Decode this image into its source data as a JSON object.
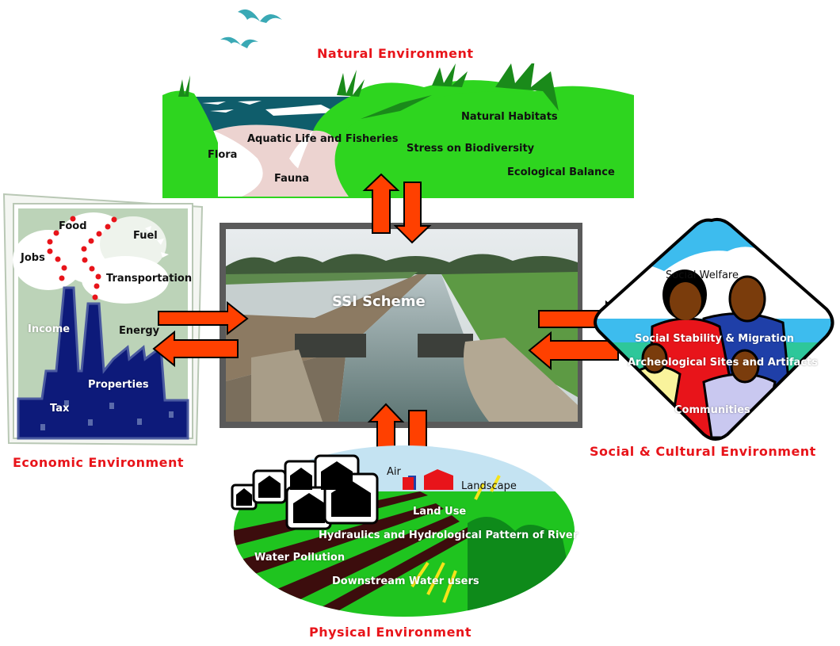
{
  "center": {
    "label": "SSI Scheme"
  },
  "natural": {
    "title": "Natural Environment",
    "items": [
      "Flora",
      "Aquatic Life and Fisheries",
      "Fauna",
      "Natural Habitats",
      "Stress on Biodiversity",
      "Ecological Balance"
    ]
  },
  "economic": {
    "title": "Economic Environment",
    "items": [
      "Food",
      "Fuel",
      "Jobs",
      "Transportation",
      "Income",
      "Energy",
      "Properties",
      "Tax"
    ]
  },
  "social": {
    "title": "Social & Cultural Environment",
    "items": [
      "Social Welfare",
      "Social Stability & Migration",
      "Archeological Sites and Artifacts",
      "Communities"
    ]
  },
  "physical": {
    "title": "Physical Environment",
    "items": [
      "Air",
      "Landscape",
      "Land Use",
      "Hydraulics and Hydrological Pattern of River",
      "Water Pollution",
      "Downstream Water users"
    ]
  },
  "colors": {
    "title_red": "#e8141a",
    "arrow_fill": "#ff4000",
    "grass_green": "#2ed51f",
    "factory_navy": "#0d1a7a",
    "panel_sage": "#bcd3b8"
  }
}
